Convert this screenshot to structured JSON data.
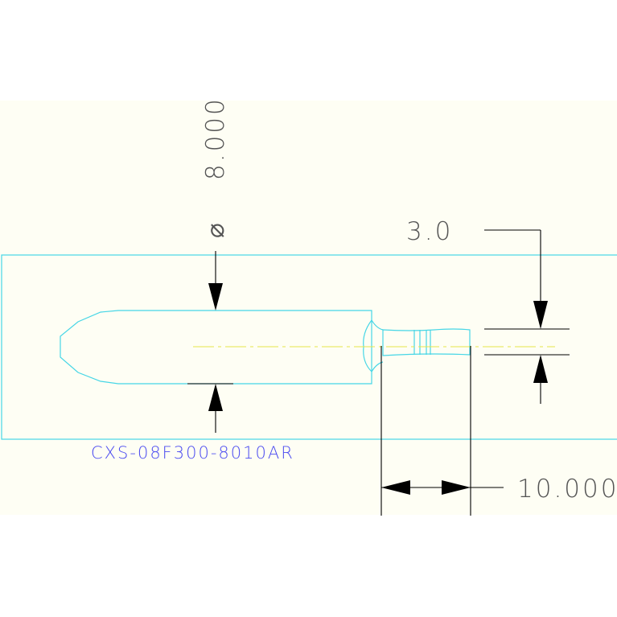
{
  "drawing": {
    "dimensions": {
      "diameter_symbol": "⌀",
      "diameter_value": "8.000",
      "pin_diameter": "3.0",
      "neck_length": "10.000"
    },
    "part_number": "CXS-08F300-8010AR",
    "colors": {
      "background": "#ffffff",
      "sheet_band": "#fefef4",
      "outline": "#46d6e6",
      "dimension": "#000000",
      "centerline": "#e6e64a",
      "part_label": "#4a4af0"
    }
  }
}
